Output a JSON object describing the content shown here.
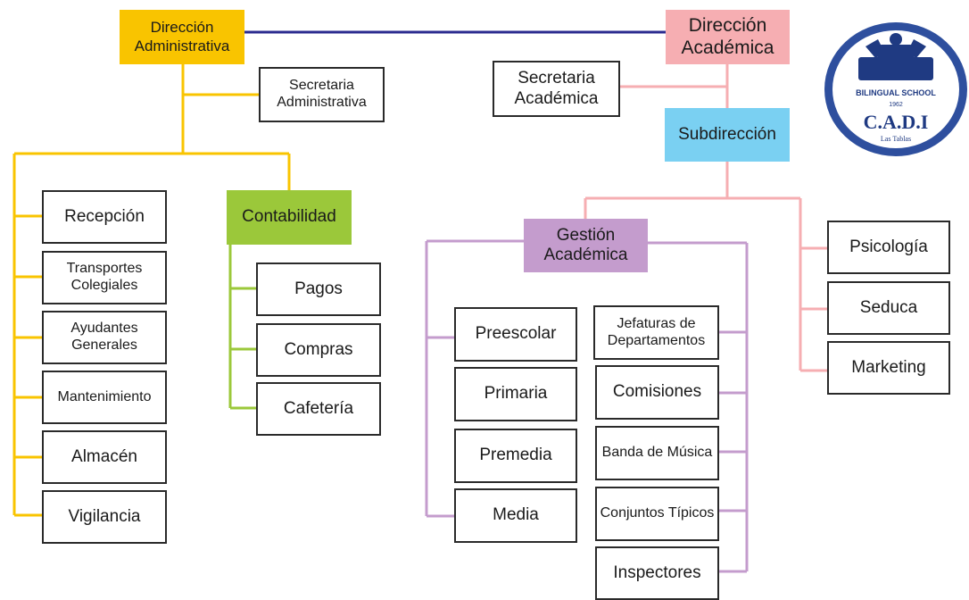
{
  "administrative": {
    "head": "Dirección Administrativa",
    "secretary": "Secretaria Administrativa",
    "units": [
      "Recepción",
      "Transportes Colegiales",
      "Ayudantes Generales",
      "Mantenimiento",
      "Almacén",
      "Vigilancia"
    ],
    "accounting": {
      "head": "Contabilidad",
      "units": [
        "Pagos",
        "Compras",
        "Cafetería"
      ]
    }
  },
  "academic": {
    "head": "Dirección Académica",
    "secretary": "Secretaria Académica",
    "subdirection": "Subdirección",
    "management": {
      "head": "Gestión Académica",
      "levels": [
        "Preescolar",
        "Primaria",
        "Premedia",
        "Media"
      ],
      "groups": [
        "Jefaturas de Departamentos",
        "Comisiones",
        "Banda de Música",
        "Conjuntos Típicos",
        "Inspectores"
      ]
    },
    "support": [
      "Psicología",
      "Seduca",
      "Marketing"
    ]
  },
  "logo": {
    "top_text": "BILINGUAL SCHOOL",
    "year": "1962",
    "name": "C.A.D.I",
    "place": "Las Tablas"
  },
  "colors": {
    "administrative_line": "#f9c400",
    "accounting_line": "#9bc83a",
    "academic_line": "#f6aeb2",
    "management_line": "#c49ccd",
    "bridge_line": "#2b2b8f",
    "subdirection": "#7ad0f2"
  }
}
